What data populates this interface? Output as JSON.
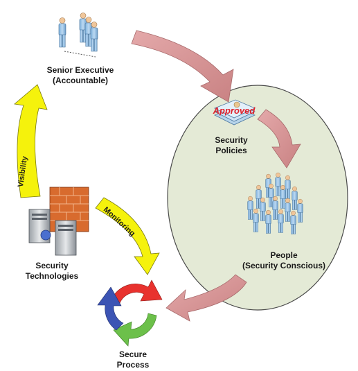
{
  "nodes": {
    "senior_executive": {
      "line1": "Senior Executive",
      "line2": "(Accountable)"
    },
    "security_policies": {
      "line1": "Security",
      "line2": "Policies"
    },
    "people": {
      "line1": "People",
      "line2": "(Security Conscious)"
    },
    "security_technologies": {
      "line1": "Security",
      "line2": "Technologies"
    },
    "secure_process": {
      "line1": "Secure",
      "line2": "Process"
    }
  },
  "stamp": {
    "text": "Approved"
  },
  "arrows": {
    "visibility": "Visibility",
    "monitoring": "Monitoring"
  },
  "colors": {
    "ellipse_fill": "#e4ead6",
    "ellipse_stroke": "#4a4a4a",
    "pink_arrow": "#d9999a",
    "yellow_arrow": "#f5f20c",
    "stamp_red": "#e0202a",
    "cycle_red": "#e8322e",
    "cycle_green": "#6cc04a",
    "cycle_blue": "#3c54b4"
  },
  "icons": [
    "executive-group-icon",
    "approved-document-icon",
    "people-crowd-icon",
    "firewall-servers-icon",
    "cycle-arrows-icon"
  ]
}
